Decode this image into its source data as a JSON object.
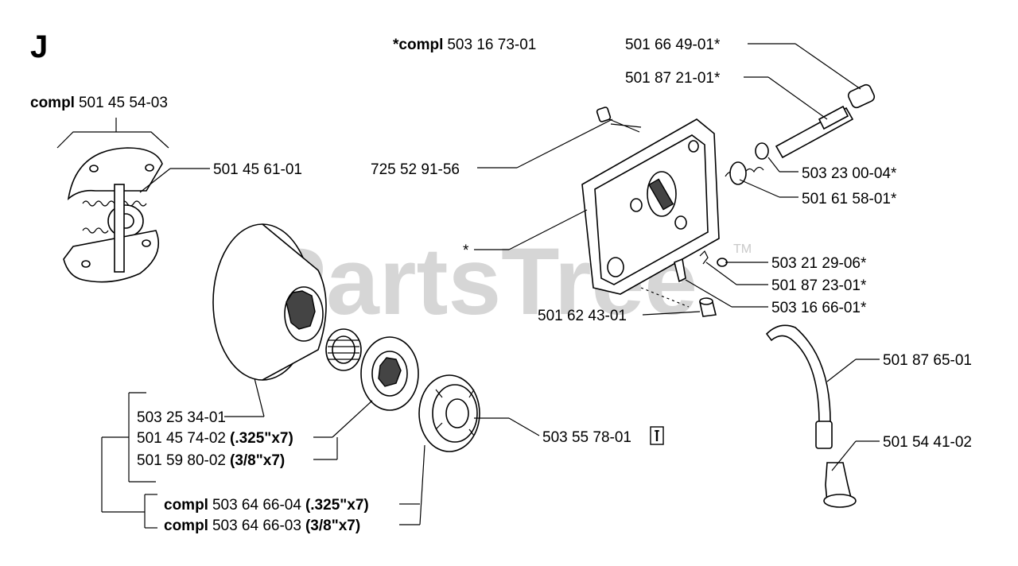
{
  "section_letter": "J",
  "watermark": "PartsTree",
  "trademark": "TM",
  "labels": {
    "compl_top": {
      "prefix": "*compl",
      "number": "503 16 73-01"
    },
    "p_501664901": "501 66 49-01*",
    "p_501872101": "501 87 21-01*",
    "compl_clutch": {
      "prefix": "compl",
      "number": "501 45 54-03"
    },
    "p_501456101": "501 45 61-01",
    "p_725529156": "725 52 91-56",
    "p_503230004": "503 23 00-04*",
    "p_501615801": "501 61 58-01*",
    "p_star": "*",
    "p_503212906": "503 21 29-06*",
    "p_501872301": "501 87 23-01*",
    "p_503166601": "503 16 66-01*",
    "p_501624301": "501 62 43-01",
    "p_501876501": "501 87 65-01",
    "p_501544102": "501 54 41-02",
    "p_503557801": "503 55 78-01",
    "p_503253401": "503 25 34-01",
    "p_501457402": {
      "number": "501 45 74-02",
      "spec": "(.325\"x7)"
    },
    "p_501598002": {
      "number": "501 59 80-02",
      "spec": "(3/8\"x7)"
    },
    "p_compl_04": {
      "prefix": "compl",
      "number": "503 64 66-04",
      "spec": "(.325\"x7)"
    },
    "p_compl_03": {
      "prefix": "compl",
      "number": "503 64 66-03",
      "spec": "(3/8\"x7)"
    }
  },
  "icons": {
    "tool": "wrench-icon"
  }
}
